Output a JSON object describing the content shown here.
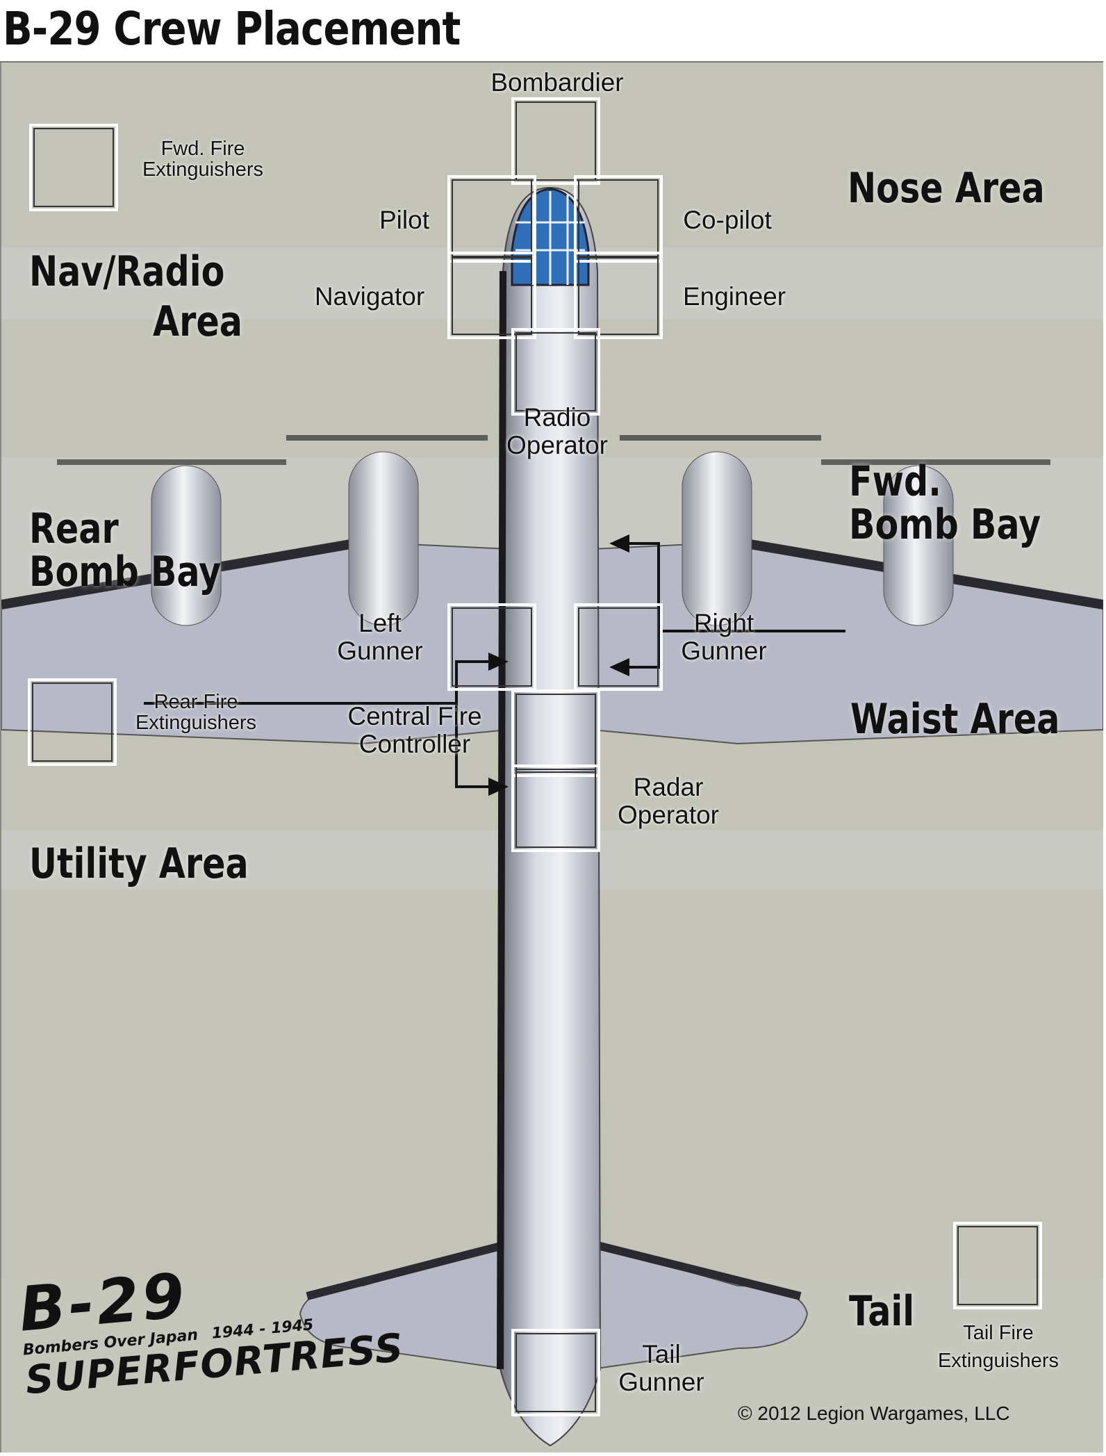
{
  "title": "B-29 Crew Placement Chart",
  "areas": {
    "nose": "Nose Area",
    "nav_radio_line1": "Nav/Radio",
    "nav_radio_line2": "Area",
    "fwd_bomb_bay_line1": "Fwd.",
    "fwd_bomb_bay_line2": "Bomb Bay",
    "rear_bomb_bay_line1": "Rear",
    "rear_bomb_bay_line2": "Bomb Bay",
    "waist": "Waist Area",
    "utility": "Utility Area",
    "tail": "Tail"
  },
  "crew": {
    "bombardier": "Bombardier",
    "pilot": "Pilot",
    "co_pilot": "Co-pilot",
    "navigator": "Navigator",
    "engineer": "Engineer",
    "radio_operator_line1": "Radio",
    "radio_operator_line2": "Operator",
    "left_gunner_line1": "Left",
    "left_gunner_line2": "Gunner",
    "right_gunner_line1": "Right",
    "right_gunner_line2": "Gunner",
    "central_fire_controller_line1": "Central Fire",
    "central_fire_controller_line2": "Controller",
    "radar_operator_line1": "Radar",
    "radar_operator_line2": "Operator",
    "tail_gunner_line1": "Tail",
    "tail_gunner_line2": "Gunner"
  },
  "equipment": {
    "fwd_fire_line1": "Fwd. Fire",
    "fwd_fire_line2": "Extinguishers",
    "rear_fire_line1": "Rear Fire",
    "rear_fire_line2": "Extinguishers",
    "tail_fire_line1": "Tail Fire",
    "tail_fire_line2": "Extinguishers"
  },
  "logo": {
    "name": "B-29",
    "subtitle": "Bombers Over Japan",
    "years": "1944 - 1945",
    "type": "SUPERFORTRESS"
  },
  "copyright": "© 2012 Legion Wargames, LLC",
  "colors": {
    "background": "#c3c4b7",
    "band": "#d0d0d0",
    "fuselage": "#c9ccd4",
    "wing": "#b8bac7",
    "canopy": "#2f6fb8"
  }
}
